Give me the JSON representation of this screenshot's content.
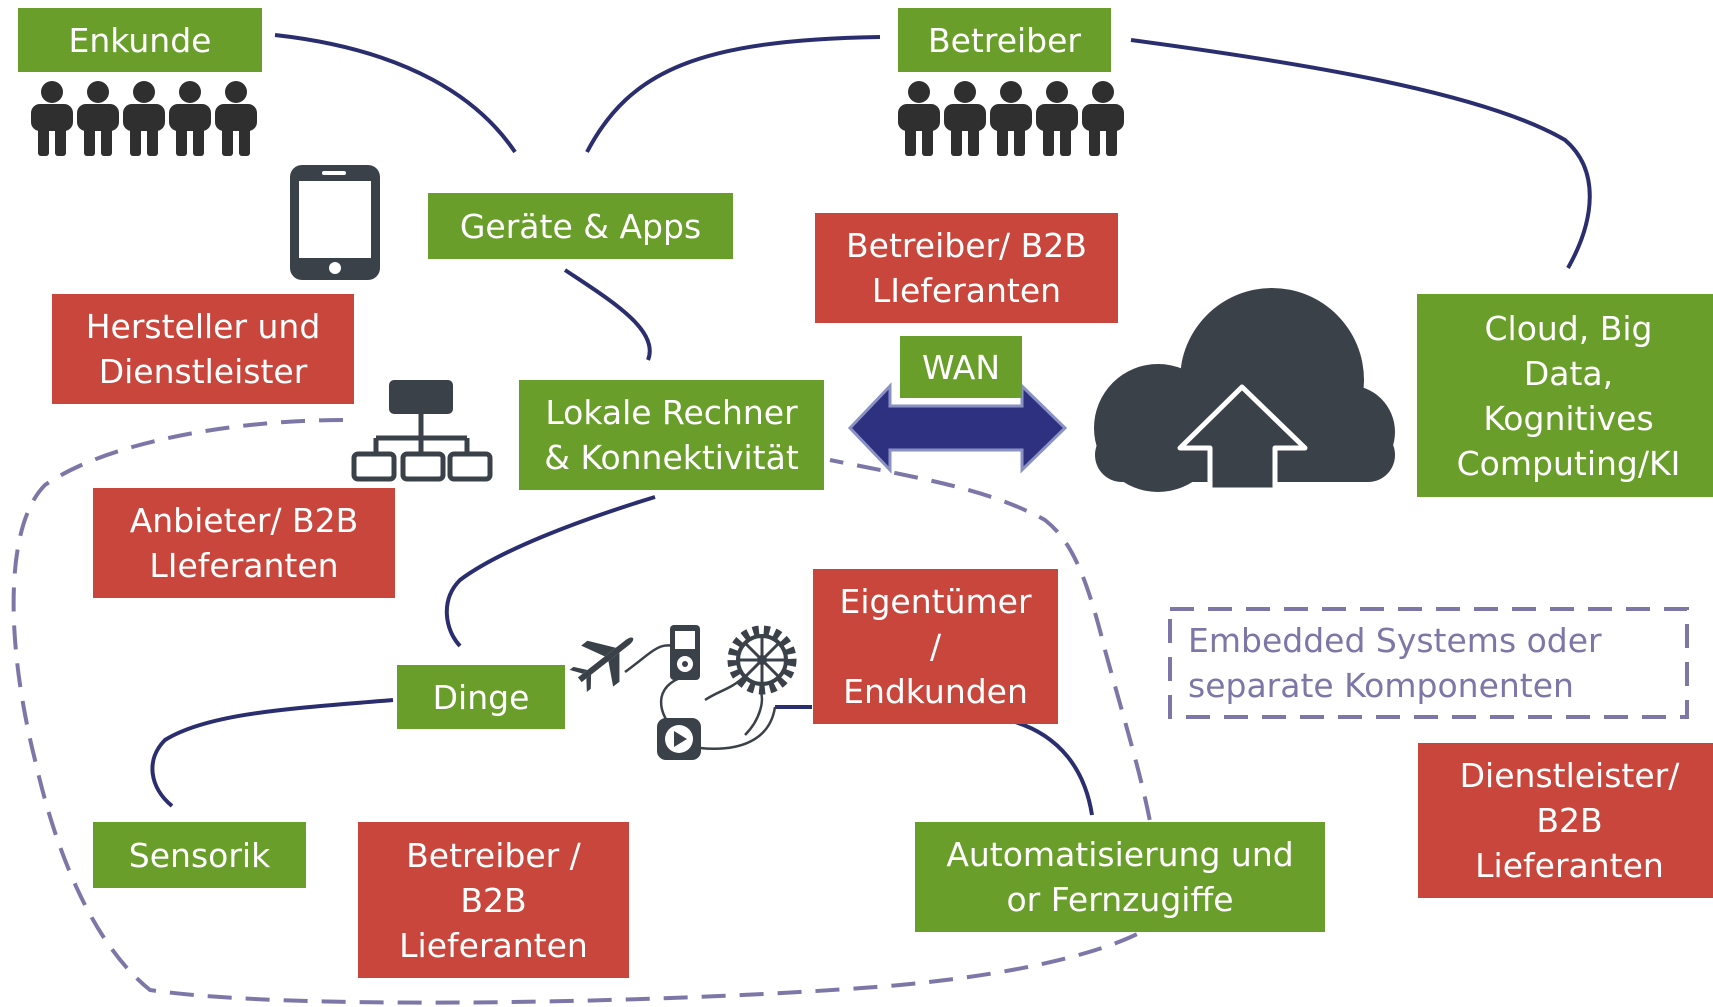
{
  "colors": {
    "green": "#6a9e2a",
    "red": "#c9463d",
    "connector": "#2b2e6e",
    "dashed": "#7d77a8",
    "icon": "#3b4149"
  },
  "nodes": {
    "endkunde": "Enkunde",
    "betreiber": "Betreiber",
    "geraete_apps": "Geräte & Apps",
    "betreiber_b2b": "Betreiber/  B2B\nLIeferanten",
    "hersteller": "Hersteller und\nDienstleister",
    "wan": "WAN",
    "cloud": "Cloud, Big\nData,\nKognitives\nComputing/KI",
    "lokale_rechner": "Lokale Rechner\n& Konnektivität",
    "anbieter_b2b": "Anbieter/  B2B\nLIeferanten",
    "eigentuemer": "Eigentümer\n/\nEndkunden",
    "dinge": "Dinge",
    "sensorik": "Sensorik",
    "betreiber_b2b_2": "Betreiber /\nB2B\nLieferanten",
    "automatisierung": "Automatisierung  und\nor Fernzugiffe",
    "dienstleister_b2b": "Dienstleister/\nB2B\nLieferanten"
  },
  "legend": {
    "label": "Embedded Systems oder\nseparate Komponenten",
    "style": "dashed"
  },
  "icons": [
    "people-group-icon",
    "tablet-icon",
    "network-hierarchy-icon",
    "double-arrow-icon",
    "cloud-upload-icon",
    "airplane-icon",
    "music-player-icon",
    "gear-icon",
    "play-button-icon"
  ]
}
